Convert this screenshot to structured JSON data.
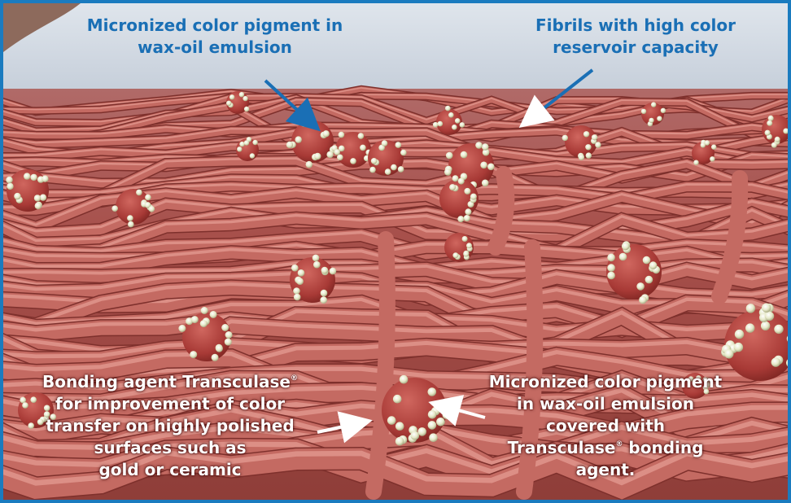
{
  "colors": {
    "frame": "#1a7bbf",
    "top_label_text": "#1a6fb5",
    "bottom_label_text": "#ffffff",
    "sky": "#c9d3df",
    "tissue": "#b4564f",
    "fibril": "#c46a62",
    "pigment": "#a83a36",
    "droplet": "#e6e8c8"
  },
  "labels": {
    "pigment_top": {
      "line1": "Micronized color pigment in",
      "line2": "wax-oil emulsion"
    },
    "fibrils": {
      "line1": "Fibrils with high color",
      "line2": "reservoir capacity"
    },
    "bonding_agent": {
      "line1_a": "Bonding agent Transculase",
      "line1_sup": "®",
      "line2": "for improvement of color",
      "line3": "transfer on highly polished",
      "line4": "surfaces such as",
      "line5": "gold or ceramic"
    },
    "covered_pigment": {
      "line1": "Micronized color pigment",
      "line2": "in wax-oil emulsion",
      "line3": "covered with",
      "line4_a": "Transculase",
      "line4_sup": "®",
      "line4_b": " bonding",
      "line5": "agent."
    }
  }
}
